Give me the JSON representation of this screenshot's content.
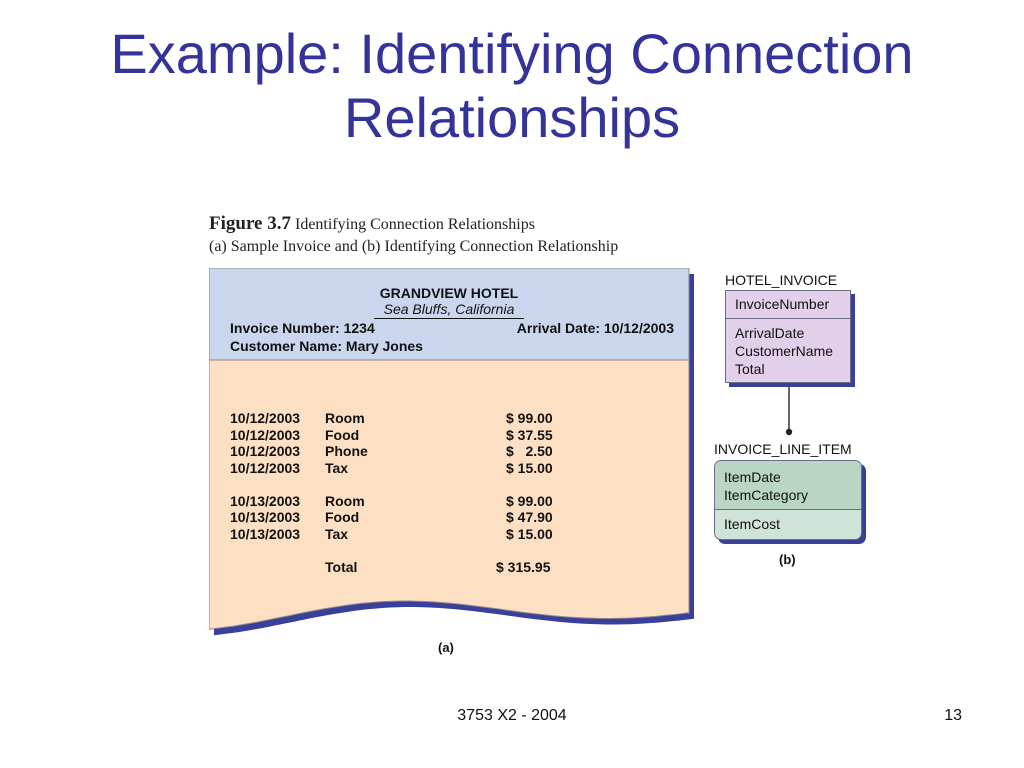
{
  "slide": {
    "title_line1": "Example: Identifying Connection",
    "title_line2": "Relationships",
    "footer": "3753 X2 - 2004",
    "page_number": "13"
  },
  "figure": {
    "number": "Figure 3.7",
    "title": "Identifying Connection Relationships",
    "subtitle": "(a) Sample Invoice and (b) Identifying Connection Relationship",
    "label_a": "(a)",
    "label_b": "(b)"
  },
  "invoice": {
    "hotel_name": "GRANDVIEW HOTEL",
    "hotel_location": "Sea Bluffs, California",
    "invoice_number": "Invoice Number: 1234",
    "arrival_date": "Arrival Date: 10/12/2003",
    "customer_name": "Customer Name: Mary Jones",
    "day1": [
      {
        "date": "10/12/2003",
        "category": "Room",
        "amount": "$ 99.00"
      },
      {
        "date": "10/12/2003",
        "category": "Food",
        "amount": "$ 37.55"
      },
      {
        "date": "10/12/2003",
        "category": "Phone",
        "amount": "$   2.50"
      },
      {
        "date": "10/12/2003",
        "category": "Tax",
        "amount": "$ 15.00"
      }
    ],
    "day2": [
      {
        "date": "10/13/2003",
        "category": "Room",
        "amount": "$ 99.00"
      },
      {
        "date": "10/13/2003",
        "category": "Food",
        "amount": "$ 47.90"
      },
      {
        "date": "10/13/2003",
        "category": "Tax",
        "amount": "$ 15.00"
      }
    ],
    "total_label": "Total",
    "total_amount": "$ 315.95"
  },
  "entities": {
    "hotel_invoice": {
      "name": "HOTEL_INVOICE",
      "key": "InvoiceNumber",
      "attrs": [
        "ArrivalDate",
        "CustomerName",
        "Total"
      ]
    },
    "invoice_line_item": {
      "name": "INVOICE_LINE_ITEM",
      "key": [
        "ItemDate",
        "ItemCategory"
      ],
      "attrs": [
        "ItemCost"
      ]
    }
  },
  "colors": {
    "title": "#333399",
    "invoice_header": "#c9d6ee",
    "invoice_body": "#fde0c4",
    "invoice_shadow": "#3a3f9a",
    "hotel_invoice_fill": "#e2cfe9",
    "line_item_fill": "#cfe3d8"
  }
}
